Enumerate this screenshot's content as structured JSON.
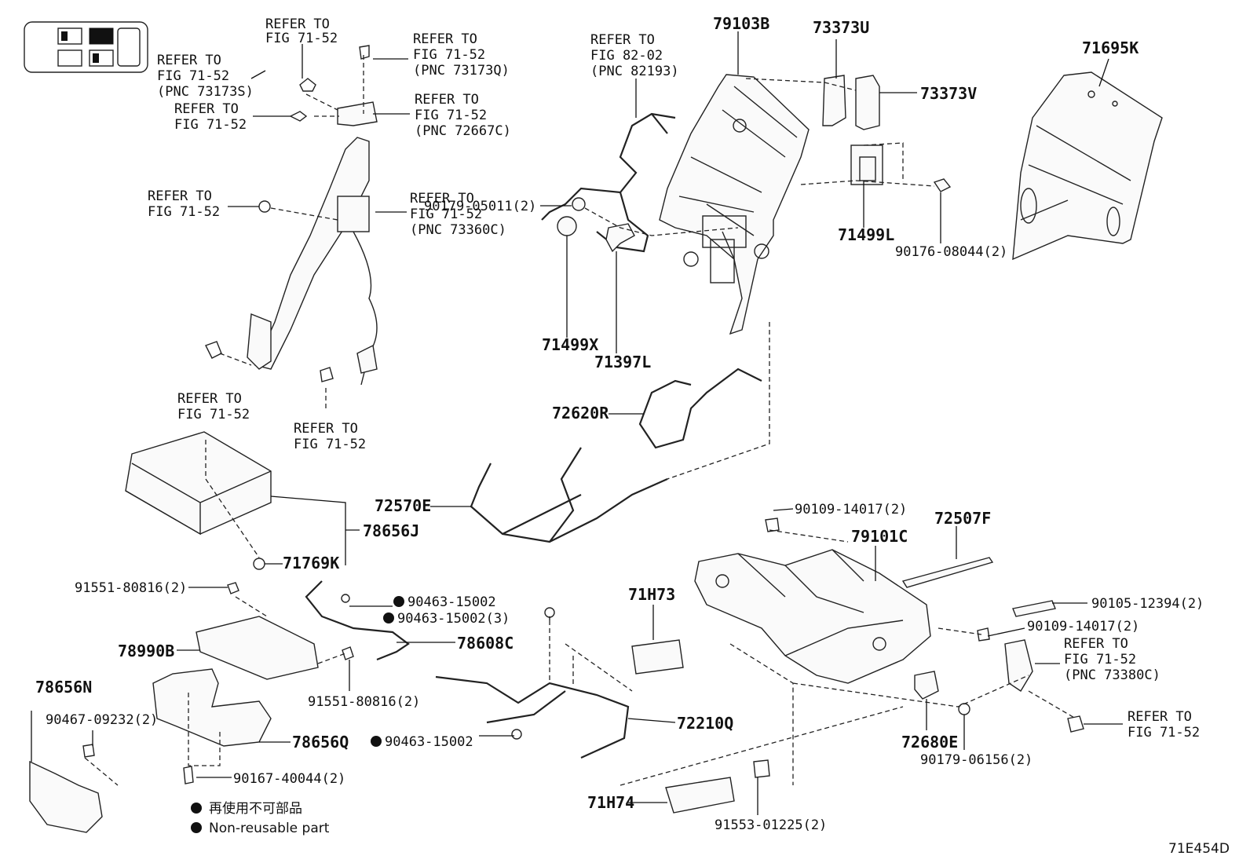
{
  "callouts": {
    "r_71_52_top": [
      "REFER TO",
      "FIG 71-52"
    ],
    "r_71_52_73173q": [
      "REFER TO",
      "FIG 71-52",
      "(PNC 73173Q)"
    ],
    "r_71_52_73173s": [
      "REFER TO",
      "FIG 71-52",
      "(PNC 73173S)"
    ],
    "r_71_52_bolt": [
      "REFER TO",
      "FIG 71-52"
    ],
    "r_71_52_72667c": [
      "REFER TO",
      "FIG 71-52",
      "(PNC 72667C)"
    ],
    "r_71_52_nut": [
      "REFER TO",
      "FIG 71-52"
    ],
    "r_71_52_73360c": [
      "REFER TO",
      "FIG 71-52",
      "(PNC 73360C)"
    ],
    "r_71_52_anchor": [
      "REFER TO",
      "FIG 71-52"
    ],
    "r_71_52_lower": [
      "REFER TO",
      "FIG 71-52"
    ],
    "r_82_02": [
      "REFER TO",
      "FIG 82-02",
      "(PNC 82193)"
    ],
    "r_71_52_73380c": [
      "REFER TO",
      "FIG 71-52",
      "(PNC 73380C)"
    ],
    "r_71_52_br": [
      "REFER TO",
      "FIG 71-52"
    ]
  },
  "parts": {
    "p79103B": "79103B",
    "p73373U": "73373U",
    "p73373V": "73373V",
    "p71695K": "71695K",
    "p71499L": "71499L",
    "p90176": "90176-08044(2)",
    "p90179_05011": "90179-05011(2)",
    "p71499X": "71499X",
    "p71397L": "71397L",
    "p72620R": "72620R",
    "p72570E": "72570E",
    "p78656J": "78656J",
    "p71769K": "71769K",
    "p91551_a": "91551-80816(2)",
    "p90463_a": "90463-15002",
    "p90463_b": "90463-15002(3)",
    "p78608C": "78608C",
    "p78990B": "78990B",
    "p91551_b": "91551-80816(2)",
    "p78656N": "78656N",
    "p90467": "90467-09232(2)",
    "p78656Q": "78656Q",
    "p90167": "90167-40044(2)",
    "p90463_c": "90463-15002",
    "p72210Q": "72210Q",
    "p71H73": "71H73",
    "p71H74": "71H74",
    "p91553": "91553-01225(2)",
    "p90109_a": "90109-14017(2)",
    "p79101C": "79101C",
    "p72507F": "72507F",
    "p90105": "90105-12394(2)",
    "p90109_b": "90109-14017(2)",
    "p72680E": "72680E",
    "p90179_06156": "90179-06156(2)"
  },
  "legend": {
    "jp": "再使用不可部品",
    "en": "Non-reusable part"
  },
  "figure_code": "71E454D"
}
